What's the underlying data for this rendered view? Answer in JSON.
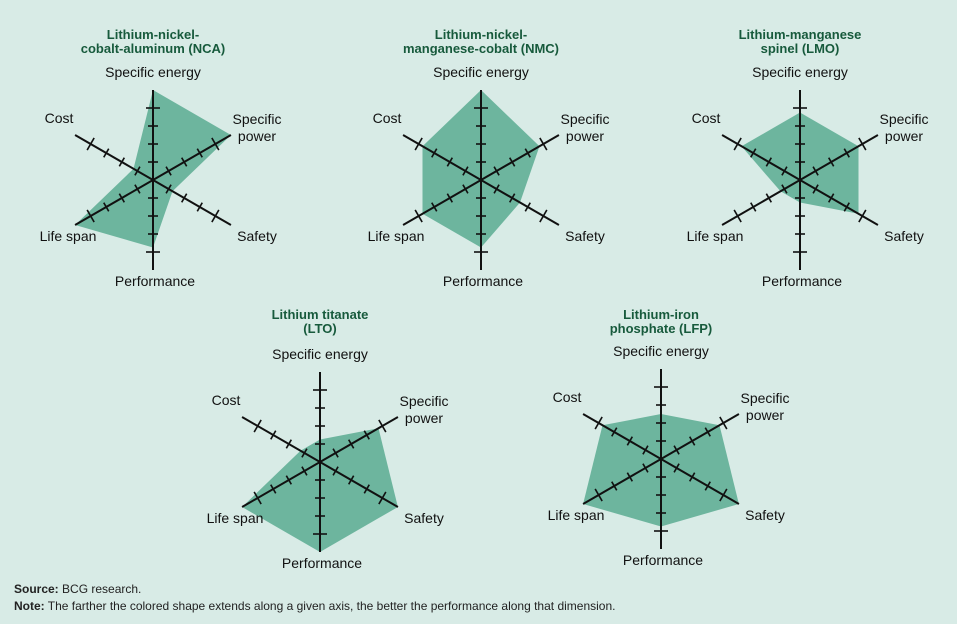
{
  "chart_data": [
    {
      "type": "radar",
      "title_lines": [
        "Lithium-nickel-",
        "cobalt-aluminum (NCA)"
      ],
      "axes": [
        "Specific energy",
        "Specific power",
        "Safety",
        "Performance",
        "Life span",
        "Cost"
      ],
      "ticks": 4,
      "values": [
        4,
        4,
        1,
        3,
        4,
        1
      ]
    },
    {
      "type": "radar",
      "title_lines": [
        "Lithium-nickel-",
        "manganese-cobalt (NMC)"
      ],
      "axes": [
        "Specific energy",
        "Specific power",
        "Safety",
        "Performance",
        "Life span",
        "Cost"
      ],
      "ticks": 4,
      "values": [
        4,
        3,
        2,
        3,
        3,
        3
      ]
    },
    {
      "type": "radar",
      "title_lines": [
        "Lithium-manganese",
        "spinel (LMO)"
      ],
      "axes": [
        "Specific energy",
        "Specific power",
        "Safety",
        "Performance",
        "Life span",
        "Cost"
      ],
      "ticks": 4,
      "values": [
        3,
        3,
        3,
        1,
        1,
        3
      ]
    },
    {
      "type": "radar",
      "title_lines": [
        "Lithium titanate",
        "(LTO)"
      ],
      "axes": [
        "Specific energy",
        "Specific power",
        "Safety",
        "Performance",
        "Life span",
        "Cost"
      ],
      "ticks": 4,
      "values": [
        1,
        3,
        4,
        4,
        4,
        1
      ]
    },
    {
      "type": "radar",
      "title_lines": [
        "Lithium-iron",
        "phosphate (LFP)"
      ],
      "axes": [
        "Specific energy",
        "Specific power",
        "Safety",
        "Performance",
        "Life span",
        "Cost"
      ],
      "ticks": 4,
      "values": [
        2,
        3,
        4,
        3,
        4,
        3
      ]
    }
  ],
  "footer": {
    "source_label": "Source:",
    "source_text": " BCG research.",
    "note_label": "Note:",
    "note_text": " The farther the colored shape extends along a given axis, the better the performance along that dimension."
  },
  "colors": {
    "background": "#d8ebe6",
    "fill": "#6db59e",
    "title": "#175a3c",
    "axis": "#111111"
  }
}
